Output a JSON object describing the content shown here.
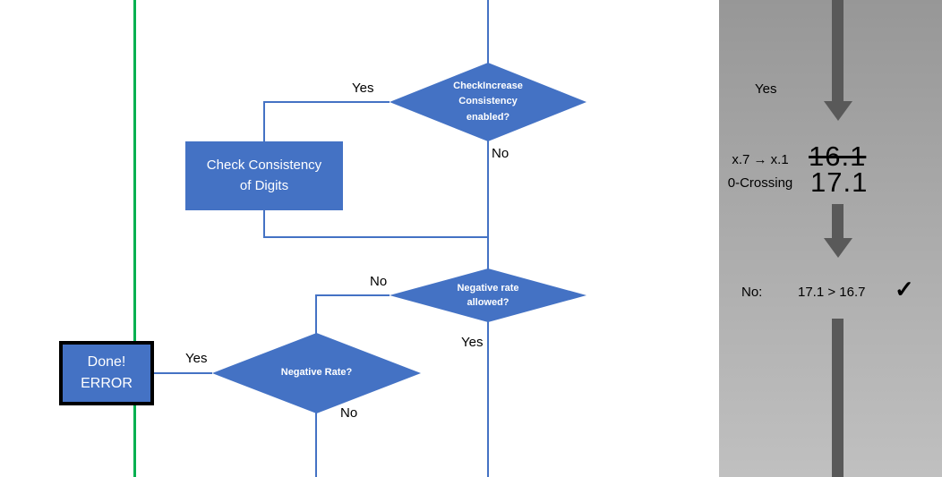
{
  "flowchart": {
    "d1": {
      "l1": "CheckIncrease",
      "l2": "Consistency",
      "l3": "enabled?"
    },
    "yes_top": "Yes",
    "no_top": "No",
    "rect_check": {
      "l1": "Check Consistency",
      "l2": "of Digits"
    },
    "d2": {
      "l1": "Negative rate",
      "l2": "allowed?"
    },
    "no_mid": "No",
    "yes_mid": "Yes",
    "d3": {
      "l1": "Negative Rate?"
    },
    "yes_bot": "Yes",
    "no_bot": "No",
    "done": {
      "l1": "Done!",
      "l2": "ERROR"
    }
  },
  "panel": {
    "yes": "Yes",
    "crossing1": "x.7 → x.1",
    "crossing2": "0-Crossing",
    "old_value": "16.1",
    "new_value": "17.1",
    "no": "No:",
    "comparison": "17.1 > 16.7",
    "check": "✓"
  },
  "colors": {
    "shape_blue": "#4472C4",
    "line_green": "#00B050",
    "arrow_gray": "#595959"
  }
}
